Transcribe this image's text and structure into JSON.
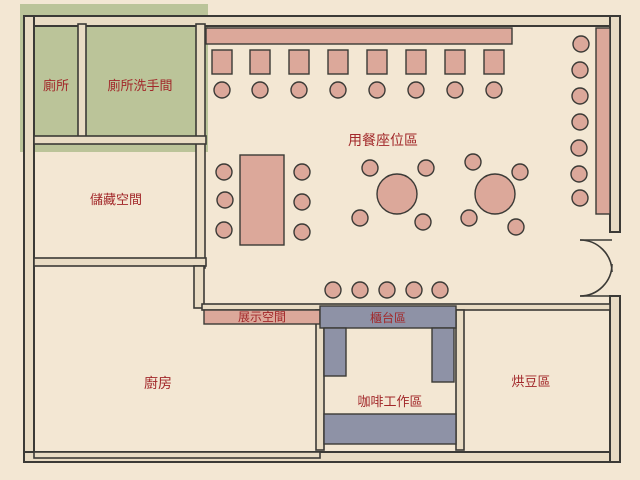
{
  "colors": {
    "background": "#f3e7d3",
    "wall": "#3b3a36",
    "wall_fill": "#e9dcc4",
    "furniture": "#dca89a",
    "counter": "#8e92a6",
    "restroom_highlight": "#9db07a",
    "label": "#a2282a"
  },
  "rooms": {
    "restroom": "廁所",
    "restroom_washroom": "廁所洗手間",
    "storage": "儲藏空間",
    "dining": "用餐座位區",
    "kitchen": "廚房",
    "display": "展示空間",
    "counter": "櫃台區",
    "coffee_station": "咖啡工作區",
    "roasting": "烘豆區"
  }
}
